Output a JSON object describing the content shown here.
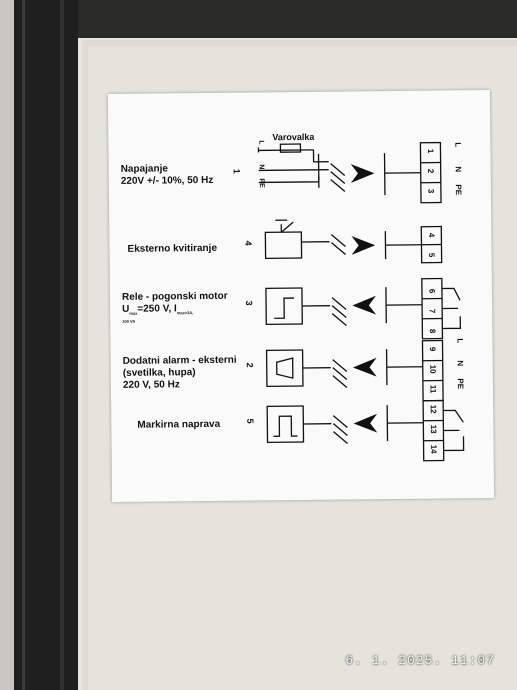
{
  "photo": {
    "timestamp": "6. 1. 2025. 11:07"
  },
  "label": {
    "fuse": "Varovalka",
    "rows": [
      {
        "title": "Napajanje",
        "subtitle": "220V +/- 10%, 50 Hz",
        "number": "1",
        "side": [
          "L",
          "N",
          "PE"
        ]
      },
      {
        "title": "Eksterno kvitiranje",
        "number": "4"
      },
      {
        "title": "Rele - pogonski motor",
        "umax": "U",
        "umax_sub": "max",
        "umax_rest": "=250 V, I",
        "imax_sub": "max=3A,",
        "extra": "100 VA",
        "number": "3"
      },
      {
        "title": "Dodatni alarm - eksterni",
        "subtitle": "(svetilka, hupa)",
        "subtitle2": "220 V, 50 Hz",
        "number": "2",
        "side": [
          "L",
          "N",
          "PE"
        ]
      },
      {
        "title": "Markirna naprava",
        "number": "5"
      }
    ],
    "terminals": [
      "1",
      "2",
      "3",
      "4",
      "5",
      "6",
      "7",
      "8",
      "9",
      "10",
      "11",
      "12",
      "13",
      "14"
    ]
  }
}
